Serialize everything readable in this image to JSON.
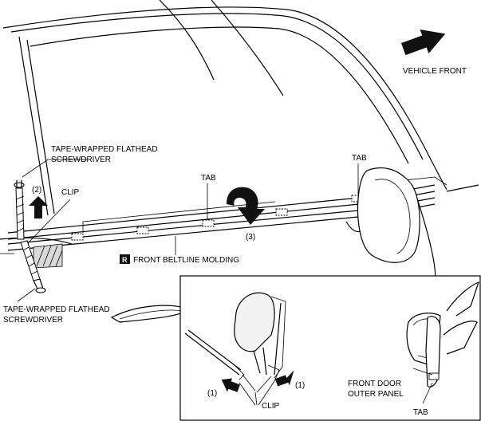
{
  "labels": {
    "vehicle_front": "VEHICLE FRONT",
    "screwdriver_top_line1": "TAPE-WRAPPED FLATHEAD",
    "screwdriver_top_line2": "SCREWDRIVER",
    "step2": "(2)",
    "clip_top": "CLIP",
    "tab_center": "TAB",
    "tab_right": "TAB",
    "step3": "(3)",
    "r_badge": "R",
    "molding": "FRONT BELTLINE MOLDING",
    "screwdriver_bottom_line1": "TAPE-WRAPPED FLATHEAD",
    "screwdriver_bottom_line2": "SCREWDRIVER",
    "step1_left": "(1)",
    "step1_right": "(1)",
    "clip_bottom": "CLIP",
    "outer_panel_line1": "FRONT DOOR",
    "outer_panel_line2": "OUTER PANEL",
    "tab_inset": "TAB"
  }
}
